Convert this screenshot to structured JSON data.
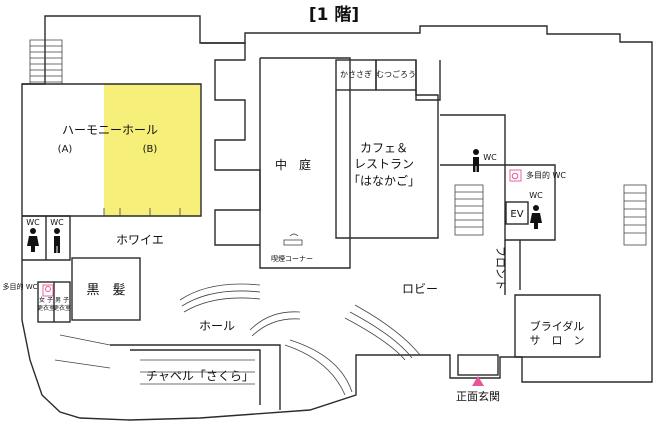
{
  "floor_title": "[1 階]",
  "rooms": {
    "harmony_hall": "ハーモニーホール",
    "hall_a": "(A)",
    "hall_b": "(B)",
    "foyer": "ホワイエ",
    "kurokami": "黒　髪",
    "hall": "ホール",
    "chapel": "チャペル「さくら」",
    "courtyard": "中　庭",
    "smoking_corner": "喫煙コーナー",
    "cafe_line1": "カフェ＆",
    "cafe_line2": "レストラン",
    "cafe_line3": "「はなかご」",
    "kasasagi": "かささぎ",
    "mutsugorou": "むつごろう",
    "lobby": "ロビー",
    "front": "フロント",
    "bridal_line1": "ブライダル",
    "bridal_line2": "サ　ロ　ン",
    "ev": "EV",
    "entrance": "正面玄関"
  },
  "toilets": {
    "wc": "WC",
    "multipurpose_wc": "多目的 WC",
    "women_changing_line1": "女 子",
    "women_changing_line2": "更衣室",
    "men_changing_line1": "男 子",
    "men_changing_line2": "更衣室"
  },
  "colors": {
    "highlight": "#f6f07a",
    "entrance_marker": "#e8559b",
    "accessible_icon": "#e8559b"
  }
}
